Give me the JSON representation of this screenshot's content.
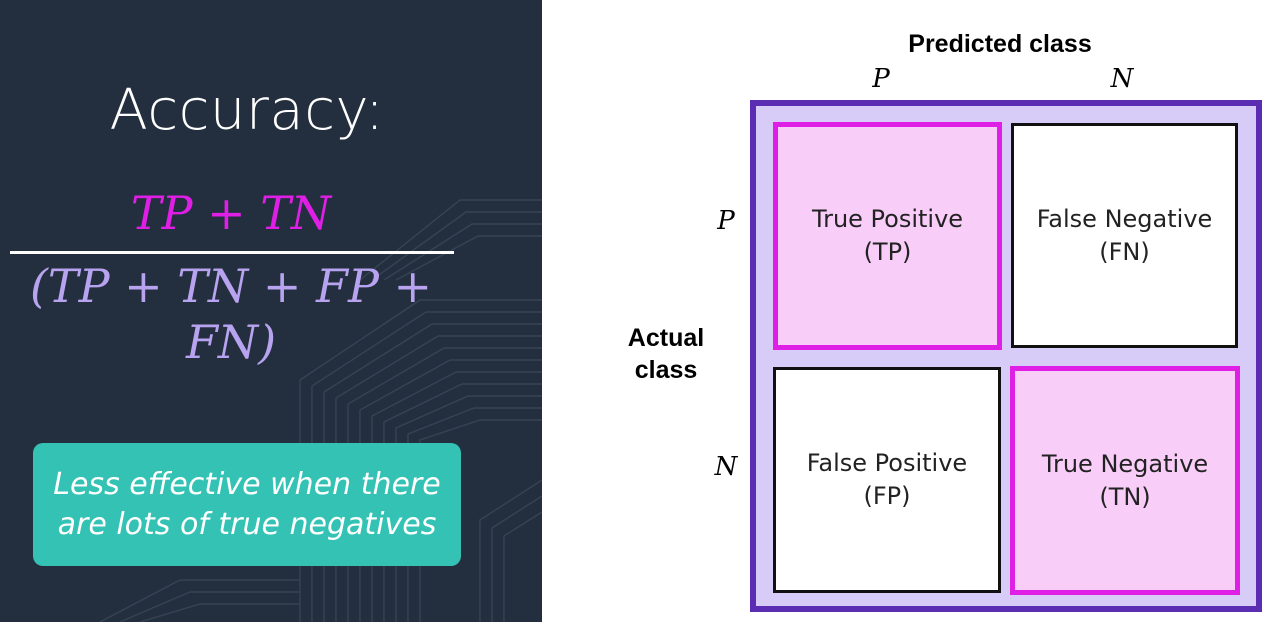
{
  "left": {
    "title": "Accuracy:",
    "formula": {
      "numerator": "TP + TN",
      "denominator": "(TP + TN + FP + FN)"
    },
    "note": "Less effective when there\nare lots of true negatives"
  },
  "matrix": {
    "predicted_title": "Predicted class",
    "actual_title": "Actual\nclass",
    "predicted_labels": [
      "P",
      "N"
    ],
    "actual_labels": [
      "P",
      "N"
    ],
    "cells": {
      "tp": "True Positive\n(TP)",
      "fn": "False Negative\n(FN)",
      "fp": "False Positive\n(FP)",
      "tn": "True Negative\n(TN)"
    }
  },
  "colors": {
    "panel_bg": "#232f3e",
    "highlight": "#e01fe6",
    "highlight_fill": "#f8cdf8",
    "frame": "#5a2db3",
    "frame_fill": "#d6ccf7",
    "note_bg": "#33c2b4",
    "denominator": "#b8a3f0"
  }
}
